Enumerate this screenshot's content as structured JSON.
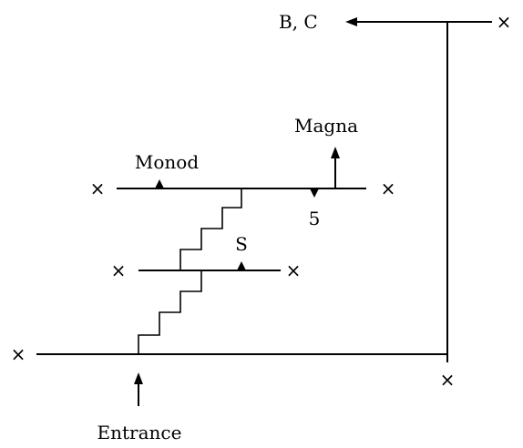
{
  "labels": {
    "bc": "B, C",
    "magna": "Magna",
    "monod": "Monod",
    "five": "5",
    "s": "S",
    "entrance": "Entrance"
  },
  "dead_end_symbol": "×",
  "colors": {
    "line": "#000000",
    "background": "#ffffff"
  }
}
